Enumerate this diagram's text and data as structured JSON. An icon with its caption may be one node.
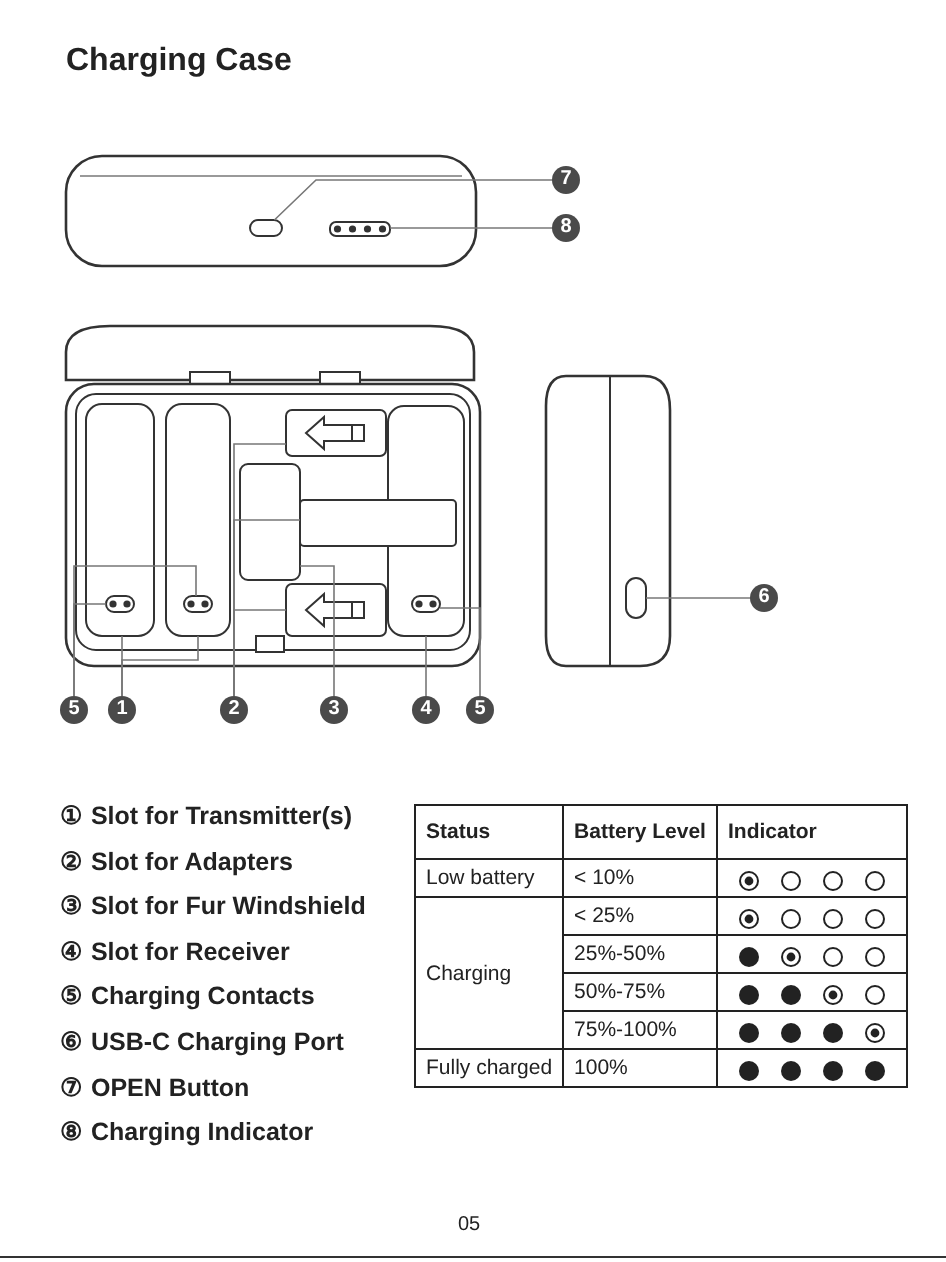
{
  "diagram": {
    "title": "Charging Case",
    "nodes": [
      {
        "text": [
          "7"
        ]
      },
      {
        "text": [
          "8"
        ]
      },
      {
        "text": [
          "6"
        ]
      },
      {
        "text": [
          "5"
        ]
      },
      {
        "text": [
          "1"
        ]
      },
      {
        "text": [
          "2"
        ]
      },
      {
        "text": [
          "3"
        ]
      },
      {
        "text": [
          "4"
        ]
      },
      {
        "text": [
          "5"
        ]
      },
      {
        "text": [],
        "shape": "box"
      },
      {
        "text": [],
        "shape": "box"
      },
      {
        "text": [],
        "shape": "box"
      },
      {
        "text": [],
        "shape": "box",
        "in": 14
      },
      {
        "text": [],
        "shape": "box",
        "in": 15
      },
      {
        "text": [],
        "shape": "box"
      },
      {
        "text": [],
        "shape": "box"
      },
      {
        "text": [],
        "shape": "box"
      },
      {
        "text": [],
        "shape": "box"
      },
      {
        "text": [],
        "shape": "box"
      },
      {
        "text": [],
        "shape": "box"
      },
      {
        "text": [],
        "shape": "box"
      },
      {
        "text": [],
        "shape": "box",
        "in": 20
      }
    ],
    "edges": [
      {
        "from": 0,
        "to": 9,
        "arrow": "none"
      },
      {
        "from": 1,
        "to": 10,
        "arrow": "none"
      },
      {
        "from": 2,
        "to": 11,
        "arrow": "none"
      },
      {
        "from": 3,
        "to": 12,
        "arrow": "none"
      },
      {
        "from": 3,
        "to": 13,
        "arrow": "none"
      },
      {
        "from": 4,
        "to": 14,
        "arrow": "none"
      },
      {
        "from": 4,
        "to": 15,
        "arrow": "none"
      },
      {
        "from": 5,
        "to": 16,
        "arrow": "none"
      },
      {
        "from": 5,
        "to": 17,
        "arrow": "none"
      },
      {
        "from": 5,
        "to": 18,
        "arrow": "none"
      },
      {
        "from": 6,
        "to": 19,
        "arrow": "none"
      },
      {
        "from": 7,
        "to": 20,
        "arrow": "none"
      },
      {
        "from": 8,
        "to": 21,
        "arrow": "none"
      }
    ],
    "labels": [
      "① Slot for Transmitter(s)",
      "② Slot for Adapters",
      "③ Slot for Fur Windshield",
      "④ Slot for Receiver",
      "⑤ Charging Contacts",
      "⑥ USB-C Charging Port",
      "⑦ OPEN Button",
      "⑧ Charging Indicator",
      "Status",
      "Battery Level",
      "Indicator",
      "Low battery",
      "< 10%",
      "Charging",
      "< 25%",
      "25%-50%",
      "50%-75%",
      "75%-100%",
      "Fully charged",
      "100%",
      "05"
    ]
  }
}
